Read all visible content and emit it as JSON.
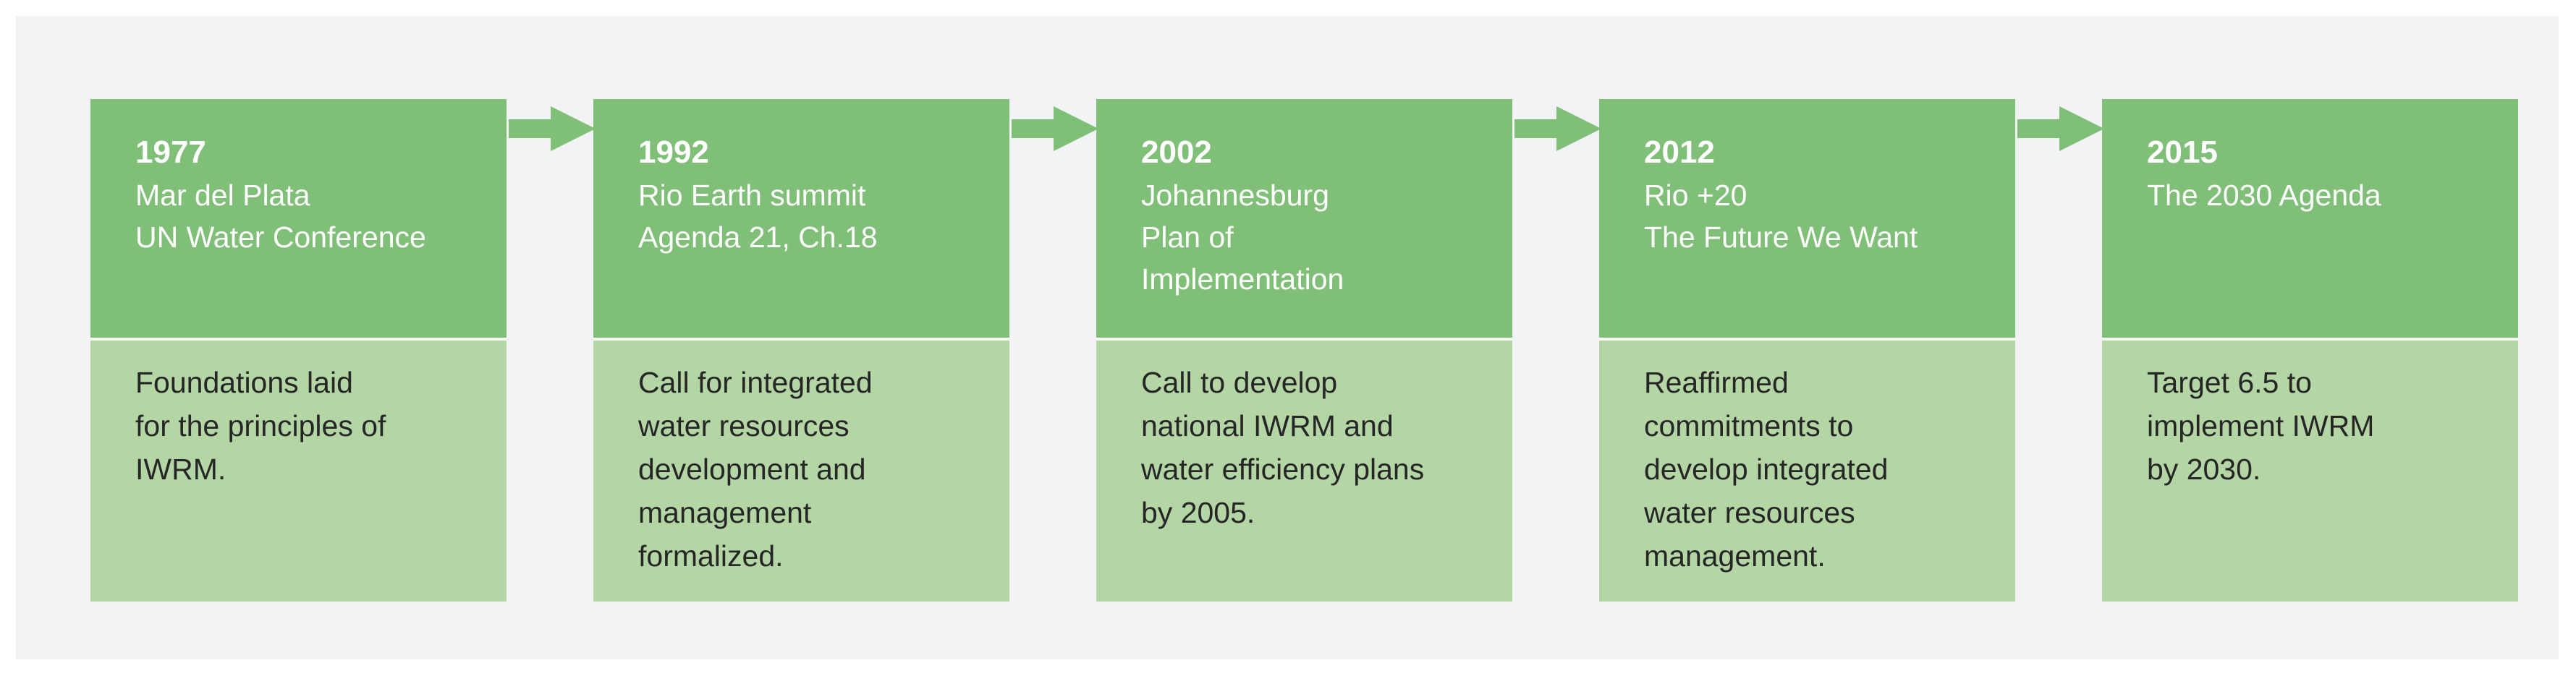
{
  "timeline": [
    {
      "year": "1977",
      "title": "Mar del Plata\nUN Water Conference",
      "description": "Foundations laid\nfor the principles of\nIWRM."
    },
    {
      "year": "1992",
      "title": "Rio Earth summit\nAgenda 21, Ch.18",
      "description": "Call for integrated\nwater resources\ndevelopment and\nmanagement\nformalized."
    },
    {
      "year": "2002",
      "title": "Johannesburg\nPlan of\nImplementation",
      "description": "Call to develop\nnational IWRM and\nwater efficiency plans\nby 2005."
    },
    {
      "year": "2012",
      "title": "Rio +20\nThe Future We Want",
      "description": "Reaffirmed\ncommitments to\ndevelop integrated\nwater resources\nmanagement."
    },
    {
      "year": "2015",
      "title": "The 2030 Agenda",
      "description": "Target 6.5 to\nimplement IWRM\nby 2030."
    }
  ],
  "colors": {
    "header": "#80bf77",
    "body": "#b4d6a5",
    "arrow": "#80bf77",
    "background": "#f2f3f5"
  }
}
